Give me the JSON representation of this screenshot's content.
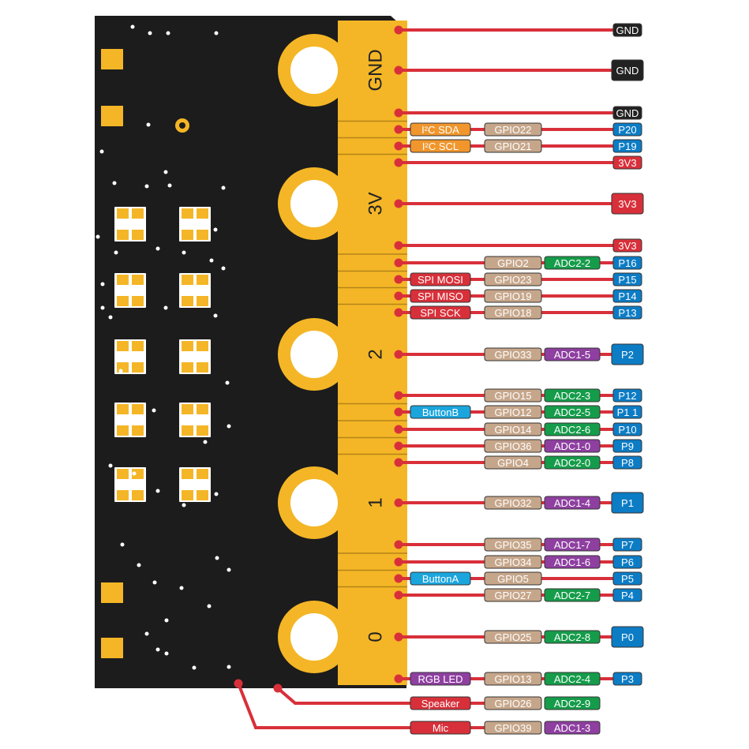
{
  "colors": {
    "board": "#1c1c1c",
    "gold": "#f4b626",
    "wire": "#d8303a",
    "pin_dark": "#222222",
    "pin_red": "#d8303a",
    "pin_blue": "#0c7cc5",
    "peripheral_orange": "#f0962c",
    "peripheral_red": "#d8303a",
    "peripheral_blue": "#1aa5dd",
    "peripheral_purple": "#8e3fa0",
    "gpio_tan": "#c6a68a",
    "adc_green": "#159c4a",
    "adc_purple": "#8e3fa0"
  },
  "big_pads": [
    {
      "label": "GND"
    },
    {
      "label": "3V"
    },
    {
      "label": "2"
    },
    {
      "label": "1"
    },
    {
      "label": "0"
    }
  ],
  "rows": [
    {
      "peripheral": "",
      "peripheral_color": "",
      "gpio": "",
      "adc": "",
      "adc_color": "",
      "pin": "GND",
      "pin_style": "dark",
      "big": false
    },
    {
      "peripheral": "",
      "peripheral_color": "",
      "gpio": "",
      "adc": "",
      "adc_color": "",
      "pin": "GND",
      "pin_style": "dark",
      "big": true
    },
    {
      "peripheral": "",
      "peripheral_color": "",
      "gpio": "",
      "adc": "",
      "adc_color": "",
      "pin": "GND",
      "pin_style": "dark",
      "big": false
    },
    {
      "peripheral": "I²C SDA",
      "peripheral_color": "orange",
      "gpio": "GPIO22",
      "adc": "",
      "adc_color": "",
      "pin": "P20",
      "pin_style": "blue",
      "big": false
    },
    {
      "peripheral": "I²C SCL",
      "peripheral_color": "orange",
      "gpio": "GPIO21",
      "adc": "",
      "adc_color": "",
      "pin": "P19",
      "pin_style": "blue",
      "big": false
    },
    {
      "peripheral": "",
      "peripheral_color": "",
      "gpio": "",
      "adc": "",
      "adc_color": "",
      "pin": "3V3",
      "pin_style": "red",
      "big": false
    },
    {
      "peripheral": "",
      "peripheral_color": "",
      "gpio": "",
      "adc": "",
      "adc_color": "",
      "pin": "3V3",
      "pin_style": "red",
      "big": true
    },
    {
      "peripheral": "",
      "peripheral_color": "",
      "gpio": "",
      "adc": "",
      "adc_color": "",
      "pin": "3V3",
      "pin_style": "red",
      "big": false
    },
    {
      "peripheral": "",
      "peripheral_color": "",
      "gpio": "GPIO2",
      "adc": "ADC2-2",
      "adc_color": "green",
      "pin": "P16",
      "pin_style": "blue",
      "big": false
    },
    {
      "peripheral": "SPI MOSI",
      "peripheral_color": "red",
      "gpio": "GPIO23",
      "adc": "",
      "adc_color": "",
      "pin": "P15",
      "pin_style": "blue",
      "big": false
    },
    {
      "peripheral": "SPI MISO",
      "peripheral_color": "red",
      "gpio": "GPIO19",
      "adc": "",
      "adc_color": "",
      "pin": "P14",
      "pin_style": "blue",
      "big": false
    },
    {
      "peripheral": "SPI SCK",
      "peripheral_color": "red",
      "gpio": "GPIO18",
      "adc": "",
      "adc_color": "",
      "pin": "P13",
      "pin_style": "blue",
      "big": false
    },
    {
      "peripheral": "",
      "peripheral_color": "",
      "gpio": "GPIO33",
      "adc": "ADC1-5",
      "adc_color": "purple",
      "pin": "P2",
      "pin_style": "blue",
      "big": true
    },
    {
      "peripheral": "",
      "peripheral_color": "",
      "gpio": "GPIO15",
      "adc": "ADC2-3",
      "adc_color": "green",
      "pin": "P12",
      "pin_style": "blue",
      "big": false
    },
    {
      "peripheral": "ButtonB",
      "peripheral_color": "blue",
      "gpio": "GPIO12",
      "adc": "ADC2-5",
      "adc_color": "green",
      "pin": "P1 1",
      "pin_style": "blue",
      "big": false
    },
    {
      "peripheral": "",
      "peripheral_color": "",
      "gpio": "GPIO14",
      "adc": "ADC2-6",
      "adc_color": "green",
      "pin": "P10",
      "pin_style": "blue",
      "big": false
    },
    {
      "peripheral": "",
      "peripheral_color": "",
      "gpio": "GPIO36",
      "adc": "ADC1-0",
      "adc_color": "purple",
      "pin": "P9",
      "pin_style": "blue",
      "big": false
    },
    {
      "peripheral": "",
      "peripheral_color": "",
      "gpio": "GPIO4",
      "adc": "ADC2-0",
      "adc_color": "green",
      "pin": "P8",
      "pin_style": "blue",
      "big": false
    },
    {
      "peripheral": "",
      "peripheral_color": "",
      "gpio": "GPIO32",
      "adc": "ADC1-4",
      "adc_color": "purple",
      "pin": "P1",
      "pin_style": "blue",
      "big": true
    },
    {
      "peripheral": "",
      "peripheral_color": "",
      "gpio": "GPIO35",
      "adc": "ADC1-7",
      "adc_color": "purple",
      "pin": "P7",
      "pin_style": "blue",
      "big": false
    },
    {
      "peripheral": "",
      "peripheral_color": "",
      "gpio": "GPIO34",
      "adc": "ADC1-6",
      "adc_color": "purple",
      "pin": "P6",
      "pin_style": "blue",
      "big": false
    },
    {
      "peripheral": "ButtonA",
      "peripheral_color": "blue",
      "gpio": "GPIO5",
      "adc": "",
      "adc_color": "",
      "pin": "P5",
      "pin_style": "blue",
      "big": false
    },
    {
      "peripheral": "",
      "peripheral_color": "",
      "gpio": "GPIO27",
      "adc": "ADC2-7",
      "adc_color": "green",
      "pin": "P4",
      "pin_style": "blue",
      "big": false
    },
    {
      "peripheral": "",
      "peripheral_color": "",
      "gpio": "GPIO25",
      "adc": "ADC2-8",
      "adc_color": "green",
      "pin": "P0",
      "pin_style": "blue",
      "big": true
    },
    {
      "peripheral": "RGB LED",
      "peripheral_color": "purple",
      "gpio": "GPIO13",
      "adc": "ADC2-4",
      "adc_color": "green",
      "pin": "P3",
      "pin_style": "blue",
      "big": false
    }
  ],
  "internal_rows": [
    {
      "peripheral": "Speaker",
      "peripheral_color": "red",
      "gpio": "GPIO26",
      "adc": "ADC2-9",
      "adc_color": "green"
    },
    {
      "peripheral": "Mic",
      "peripheral_color": "red",
      "gpio": "GPIO39",
      "adc": "ADC1-3",
      "adc_color": "purple"
    }
  ]
}
